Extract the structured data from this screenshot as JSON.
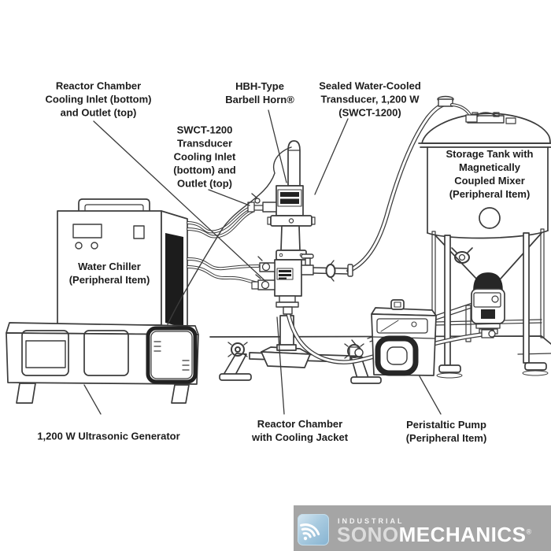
{
  "diagram": {
    "labels": {
      "reactor_cooling": "Reactor Chamber\nCooling Inlet (bottom)\nand Outlet (top)",
      "hbh_horn": "HBH-Type\nBarbell Horn®",
      "transducer": "Sealed Water-Cooled\nTransducer, 1,200 W\n(SWCT-1200)",
      "transducer_cooling": "SWCT-1200\nTransducer\nCooling Inlet\n(bottom) and\nOutlet (top)",
      "storage_tank": "Storage Tank with\nMagnetically\nCoupled Mixer\n(Peripheral Item)",
      "water_chiller": "Water Chiller\n(Peripheral Item)",
      "generator": "1,200 W Ultrasonic Generator",
      "reactor_chamber": "Reactor Chamber\nwith Cooling Jacket",
      "pump": "Peristaltic Pump\n(Peripheral Item)"
    },
    "logo": {
      "industrial": "INDUSTRIAL",
      "brand_sono": "SONO",
      "brand_mechanics": "MECHANICS",
      "registered": "®",
      "bar_color": "#a5a5a5",
      "icon_color_top": "#d7e8f3",
      "icon_color_bottom": "#86b3d1"
    },
    "colors": {
      "line_art": "#3b3b3b",
      "label_text": "#1c1c1c",
      "background": "#ffffff",
      "dark_fill": "#222222"
    }
  }
}
